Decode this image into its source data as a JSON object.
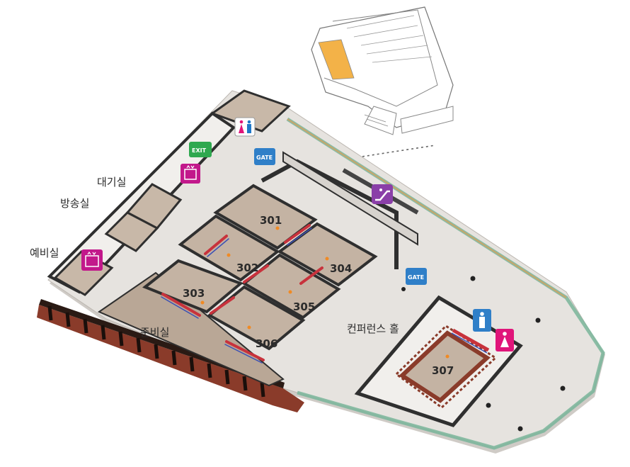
{
  "labels": {
    "waiting_room": "대기실",
    "broadcast_room": "방송실",
    "spare_room": "예비실",
    "prep_room": "준비실",
    "conference_hall": "컨퍼런스 홀"
  },
  "rooms": {
    "r301": "301",
    "r302": "302",
    "r303": "303",
    "r304": "304",
    "r305": "305",
    "r306": "306",
    "r307": "307"
  },
  "signs": {
    "exit": "EXIT",
    "gate1": "GATE",
    "gate2": "GATE"
  },
  "icons": {
    "restroom_both": "restroom-icon",
    "restroom_male": "male-restroom-icon",
    "restroom_female": "female-restroom-icon",
    "elevator": "elevator-icon",
    "escalator": "escalator-icon",
    "exit": "exit-sign-icon",
    "gate": "gate-sign-icon"
  },
  "colors": {
    "floor": "#e6e3df",
    "room_floor": "#c4b3a3",
    "wall": "#2f2f2f",
    "glass_rail": "#79b59a",
    "facade_brick": "#8a3b2a",
    "highlight": "#f5a623",
    "gate_blue": "#2f7fc8",
    "exit_green": "#2fa84f",
    "facility_magenta": "#c2188b",
    "escalator_purple": "#8a3fa8"
  }
}
